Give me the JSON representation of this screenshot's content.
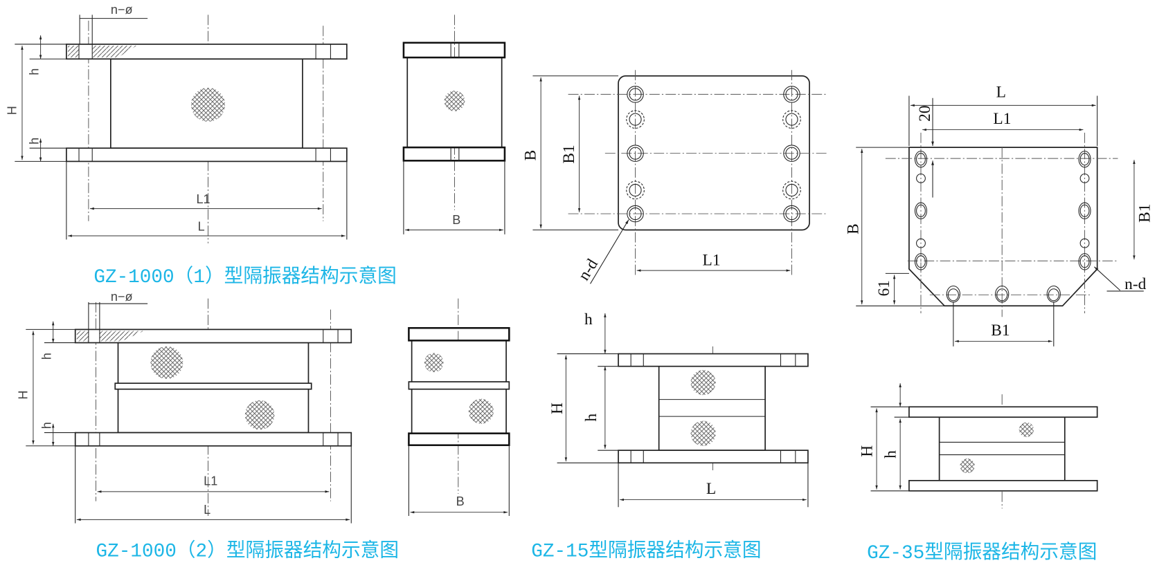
{
  "colors": {
    "title": "#1cb6e6",
    "line": "#222222"
  },
  "figures": [
    {
      "title": "GZ-1000（1）型隔振器结构示意图",
      "labels": {
        "n_phi": "n−ø",
        "h_top": "h",
        "h_bottom": "h",
        "H": "H",
        "L1": "L1",
        "L": "L",
        "B": "B"
      }
    },
    {
      "title": "GZ-1000（2）型隔振器结构示意图",
      "labels": {
        "n_phi": "n−ø",
        "h_top": "h",
        "h_bottom": "h",
        "H": "H",
        "L1": "L1",
        "L": "L",
        "B": "B"
      }
    },
    {
      "title": "GZ-15型隔振器结构示意图",
      "labels": {
        "B": "B",
        "B1": "B1",
        "L1": "L1",
        "nd": "n-d",
        "h_top": "h",
        "h_mid": "h",
        "H": "H",
        "L": "L"
      }
    },
    {
      "title": "GZ-35型隔振器结构示意图",
      "labels": {
        "L": "L",
        "L1": "L1",
        "dim20": "20",
        "B": "B",
        "B1_side": "B1",
        "dim61": "61",
        "nd": "n-d",
        "B1_bottom": "B1",
        "H": "H",
        "h": "h"
      }
    }
  ]
}
